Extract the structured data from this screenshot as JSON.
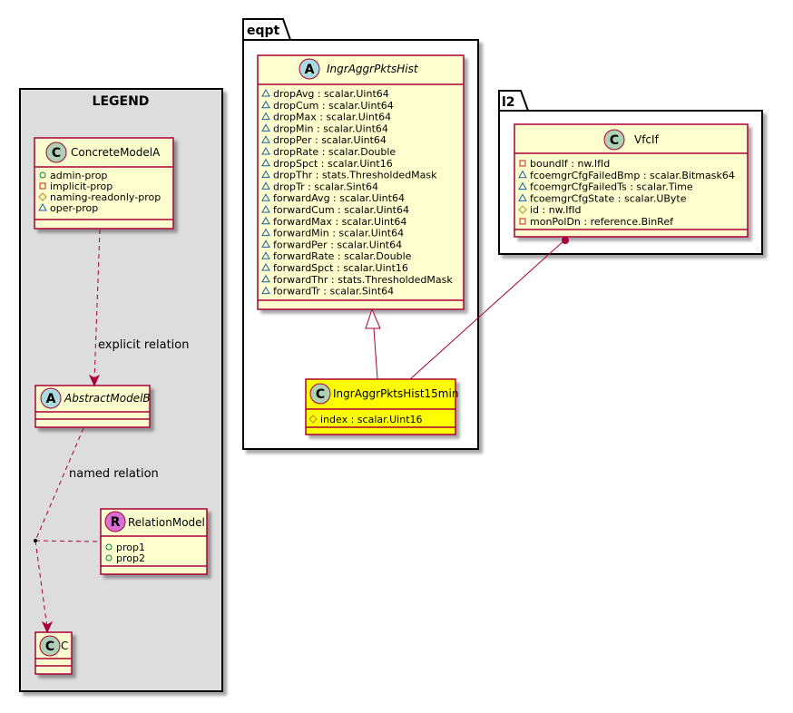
{
  "legend": {
    "title": "LEGEND",
    "concrete_model": {
      "stereotype": "C",
      "name": "ConcreteModelA",
      "attributes": [
        {
          "vis": "public",
          "text": "admin-prop"
        },
        {
          "vis": "private",
          "text": "implicit-prop"
        },
        {
          "vis": "protected",
          "text": "naming-readonly-prop"
        },
        {
          "vis": "package",
          "text": "oper-prop"
        }
      ]
    },
    "abstract_model": {
      "stereotype": "A",
      "name": "AbstractModelB"
    },
    "relation_model": {
      "stereotype": "R",
      "name": "RelationModel",
      "attributes": [
        {
          "vis": "public",
          "text": "prop1"
        },
        {
          "vis": "public",
          "text": "prop2"
        }
      ]
    },
    "c_model": {
      "stereotype": "C",
      "name": "C"
    },
    "explicit_relation_label": "explicit relation",
    "named_relation_label": "named relation"
  },
  "eqpt": {
    "package_name": "eqpt",
    "hist": {
      "stereotype": "A",
      "name": "IngrAggrPktsHist",
      "attributes": [
        {
          "vis": "package",
          "text": "dropAvg : scalar.Uint64"
        },
        {
          "vis": "package",
          "text": "dropCum : scalar.Uint64"
        },
        {
          "vis": "package",
          "text": "dropMax : scalar.Uint64"
        },
        {
          "vis": "package",
          "text": "dropMin : scalar.Uint64"
        },
        {
          "vis": "package",
          "text": "dropPer : scalar.Uint64"
        },
        {
          "vis": "package",
          "text": "dropRate : scalar.Double"
        },
        {
          "vis": "package",
          "text": "dropSpct : scalar.Uint16"
        },
        {
          "vis": "package",
          "text": "dropThr : stats.ThresholdedMask"
        },
        {
          "vis": "package",
          "text": "dropTr : scalar.Sint64"
        },
        {
          "vis": "package",
          "text": "forwardAvg : scalar.Uint64"
        },
        {
          "vis": "package",
          "text": "forwardCum : scalar.Uint64"
        },
        {
          "vis": "package",
          "text": "forwardMax : scalar.Uint64"
        },
        {
          "vis": "package",
          "text": "forwardMin : scalar.Uint64"
        },
        {
          "vis": "package",
          "text": "forwardPer : scalar.Uint64"
        },
        {
          "vis": "package",
          "text": "forwardRate : scalar.Double"
        },
        {
          "vis": "package",
          "text": "forwardSpct : scalar.Uint16"
        },
        {
          "vis": "package",
          "text": "forwardThr : stats.ThresholdedMask"
        },
        {
          "vis": "package",
          "text": "forwardTr : scalar.Sint64"
        }
      ]
    },
    "hist15": {
      "stereotype": "C",
      "name": "IngrAggrPktsHist15min",
      "attributes": [
        {
          "vis": "protected",
          "text": "index : scalar.Uint16"
        }
      ]
    }
  },
  "l2": {
    "package_name": "l2",
    "vfcif": {
      "stereotype": "C",
      "name": "VfcIf",
      "attributes": [
        {
          "vis": "private",
          "text": "boundIf : nw.IfId"
        },
        {
          "vis": "package",
          "text": "fcoemgrCfgFailedBmp : scalar.Bitmask64"
        },
        {
          "vis": "package",
          "text": "fcoemgrCfgFailedTs : scalar.Time"
        },
        {
          "vis": "package",
          "text": "fcoemgrCfgState : scalar.UByte"
        },
        {
          "vis": "protected",
          "text": "id : nw.IfId"
        },
        {
          "vis": "private",
          "text": "monPolDn : reference.BinRef"
        }
      ]
    }
  },
  "colors": {
    "border": "#a80036",
    "class_fill": "#fefece",
    "highlight_fill": "#ffff00",
    "legend_fill": "#dddddd",
    "stereo_c": "#add1b2",
    "stereo_a": "#a9dcdf",
    "stereo_r": "#da70d6",
    "shadow": "#c8c8c8"
  }
}
